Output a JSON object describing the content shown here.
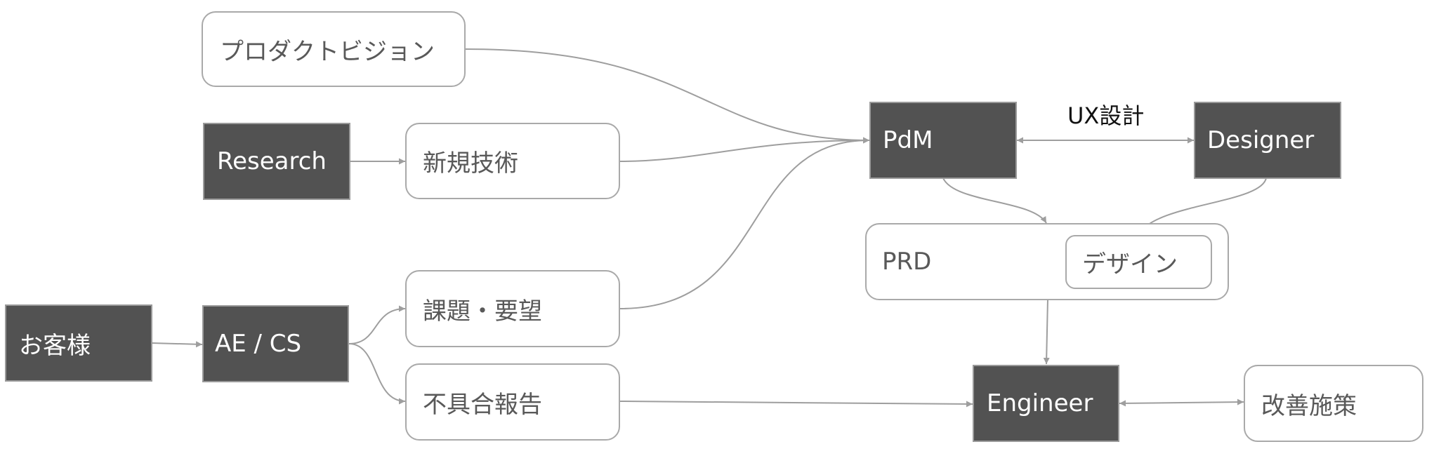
{
  "nodes": {
    "product_vision": "プロダクトビジョン",
    "research": "Research",
    "new_tech": "新規技術",
    "customer": "お客様",
    "ae_cs": "AE / CS",
    "issues_requests": "課題・要望",
    "bug_reports": "不具合報告",
    "pdm": "PdM",
    "designer": "Designer",
    "prd": "PRD",
    "design": "デザイン",
    "engineer": "Engineer",
    "improvements": "改善施策"
  },
  "edge_labels": {
    "ux_design": "UX設計"
  },
  "colors": {
    "dark_fill": "#525252",
    "dark_text": "#ffffff",
    "light_border": "#a9a9a9",
    "light_text": "#595959",
    "connector": "#9e9e9e"
  }
}
